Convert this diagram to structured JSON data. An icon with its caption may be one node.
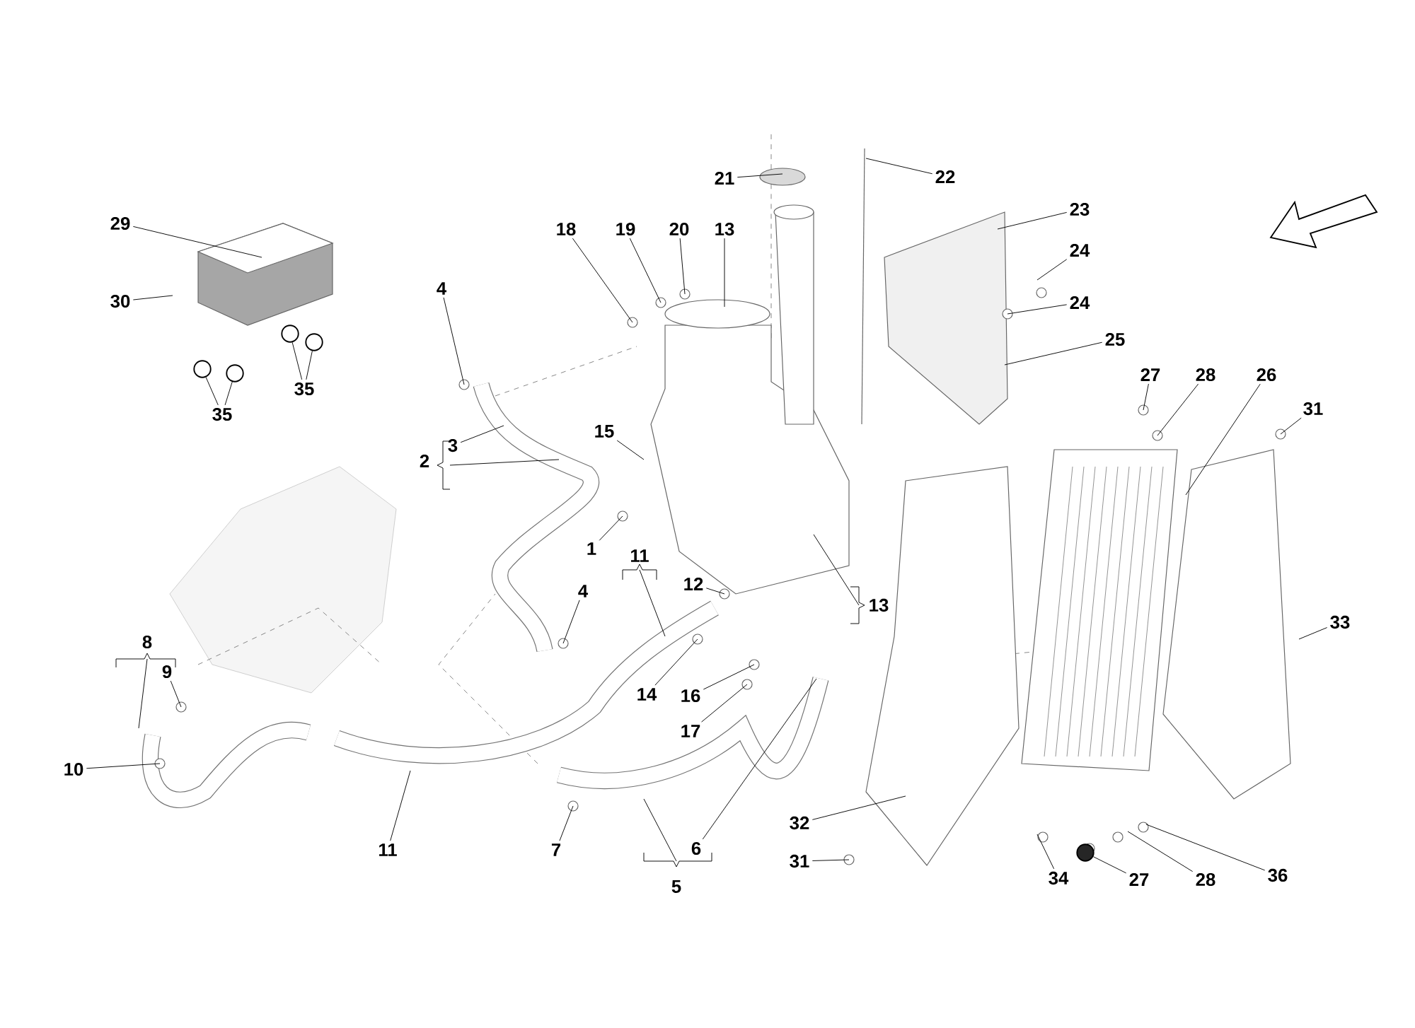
{
  "diagram": {
    "nodes": [
      {
        "text": [
          "29"
        ]
      },
      {
        "text": [
          "30"
        ]
      },
      {
        "text": [
          "35"
        ]
      },
      {
        "text": [
          "35"
        ]
      },
      {
        "text": [
          "4"
        ]
      },
      {
        "text": [
          "18"
        ]
      },
      {
        "text": [
          "19"
        ]
      },
      {
        "text": [
          "20"
        ]
      },
      {
        "text": [
          "13"
        ]
      },
      {
        "text": [
          "21"
        ]
      },
      {
        "text": [
          "22"
        ]
      },
      {
        "text": [
          "23"
        ]
      },
      {
        "text": [
          "24"
        ]
      },
      {
        "text": [
          "24"
        ]
      },
      {
        "text": [
          "25"
        ]
      },
      {
        "text": [
          "27"
        ]
      },
      {
        "text": [
          "28"
        ]
      },
      {
        "text": [
          "26"
        ]
      },
      {
        "text": [
          "31"
        ]
      },
      {
        "text": [
          "3"
        ]
      },
      {
        "text": [
          "2"
        ]
      },
      {
        "text": [
          "15"
        ]
      },
      {
        "text": [
          "1"
        ]
      },
      {
        "text": [
          "11"
        ]
      },
      {
        "text": [
          "12"
        ]
      },
      {
        "text": [
          "4"
        ]
      },
      {
        "text": [
          "13"
        ]
      },
      {
        "text": [
          "33"
        ]
      },
      {
        "text": [
          "8"
        ]
      },
      {
        "text": [
          "9"
        ]
      },
      {
        "text": [
          "14"
        ]
      },
      {
        "text": [
          "16"
        ]
      },
      {
        "text": [
          "17"
        ]
      },
      {
        "text": [
          "10"
        ]
      },
      {
        "text": [
          "11"
        ]
      },
      {
        "text": [
          "7"
        ]
      },
      {
        "text": [
          "6"
        ]
      },
      {
        "text": [
          "5"
        ]
      },
      {
        "text": [
          "32"
        ]
      },
      {
        "text": [
          "31"
        ]
      },
      {
        "text": [
          "34"
        ]
      },
      {
        "text": [
          "27"
        ]
      },
      {
        "text": [
          "28"
        ]
      },
      {
        "text": [
          "36"
        ]
      },
      {
        "text": [],
        "shape": "circle"
      },
      {
        "text": [],
        "shape": "circle"
      },
      {
        "text": [],
        "shape": "circle"
      },
      {
        "text": [],
        "shape": "circle"
      },
      {
        "text": [],
        "shape": "circle"
      }
    ],
    "edges": [
      {
        "from": 0,
        "to": null,
        "arrow": "none"
      },
      {
        "from": 1,
        "to": null,
        "arrow": "none"
      },
      {
        "from": 2,
        "to": 44,
        "arrow": "none"
      },
      {
        "from": 2,
        "to": 45,
        "arrow": "none"
      },
      {
        "from": 3,
        "to": 46,
        "arrow": "none"
      },
      {
        "from": 3,
        "to": 47,
        "arrow": "none"
      },
      {
        "from": 4,
        "to": null,
        "arrow": "none"
      },
      {
        "from": 5,
        "to": null,
        "arrow": "none"
      },
      {
        "from": 6,
        "to": null,
        "arrow": "none"
      },
      {
        "from": 7,
        "to": null,
        "arrow": "none"
      },
      {
        "from": 8,
        "to": null,
        "arrow": "none"
      },
      {
        "from": 9,
        "to": null,
        "arrow": "none"
      },
      {
        "from": 10,
        "to": null,
        "arrow": "none"
      },
      {
        "from": 11,
        "to": null,
        "arrow": "none"
      },
      {
        "from": 12,
        "to": null,
        "arrow": "none"
      },
      {
        "from": 13,
        "to": null,
        "arrow": "none"
      },
      {
        "from": 14,
        "to": null,
        "arrow": "none"
      },
      {
        "from": 15,
        "to": null,
        "arrow": "none"
      },
      {
        "from": 16,
        "to": null,
        "arrow": "none"
      },
      {
        "from": 17,
        "to": null,
        "arrow": "none"
      },
      {
        "from": 18,
        "to": null,
        "arrow": "none"
      },
      {
        "from": 19,
        "to": null,
        "arrow": "none"
      },
      {
        "from": 20,
        "to": null,
        "arrow": "none"
      },
      {
        "from": 21,
        "to": null,
        "arrow": "none"
      },
      {
        "from": 22,
        "to": null,
        "arrow": "none"
      },
      {
        "from": 23,
        "to": null,
        "arrow": "none"
      },
      {
        "from": 24,
        "to": null,
        "arrow": "none"
      },
      {
        "from": 25,
        "to": null,
        "arrow": "none"
      },
      {
        "from": 26,
        "to": null,
        "arrow": "none"
      },
      {
        "from": 27,
        "to": null,
        "arrow": "none"
      },
      {
        "from": 28,
        "to": null,
        "arrow": "none"
      },
      {
        "from": 29,
        "to": null,
        "arrow": "none"
      },
      {
        "from": 30,
        "to": null,
        "arrow": "none"
      },
      {
        "from": 31,
        "to": null,
        "arrow": "none"
      },
      {
        "from": 32,
        "to": null,
        "arrow": "none"
      },
      {
        "from": 33,
        "to": null,
        "arrow": "none"
      },
      {
        "from": 34,
        "to": null,
        "arrow": "none"
      },
      {
        "from": 35,
        "to": null,
        "arrow": "none"
      },
      {
        "from": 36,
        "to": null,
        "arrow": "none"
      },
      {
        "from": 37,
        "to": null,
        "arrow": "none"
      },
      {
        "from": 38,
        "to": null,
        "arrow": "none"
      },
      {
        "from": 39,
        "to": null,
        "arrow": "none"
      },
      {
        "from": 40,
        "to": null,
        "arrow": "none"
      },
      {
        "from": 41,
        "to": 48,
        "arrow": "none"
      },
      {
        "from": 42,
        "to": null,
        "arrow": "none"
      },
      {
        "from": 43,
        "to": null,
        "arrow": "none"
      }
    ]
  }
}
